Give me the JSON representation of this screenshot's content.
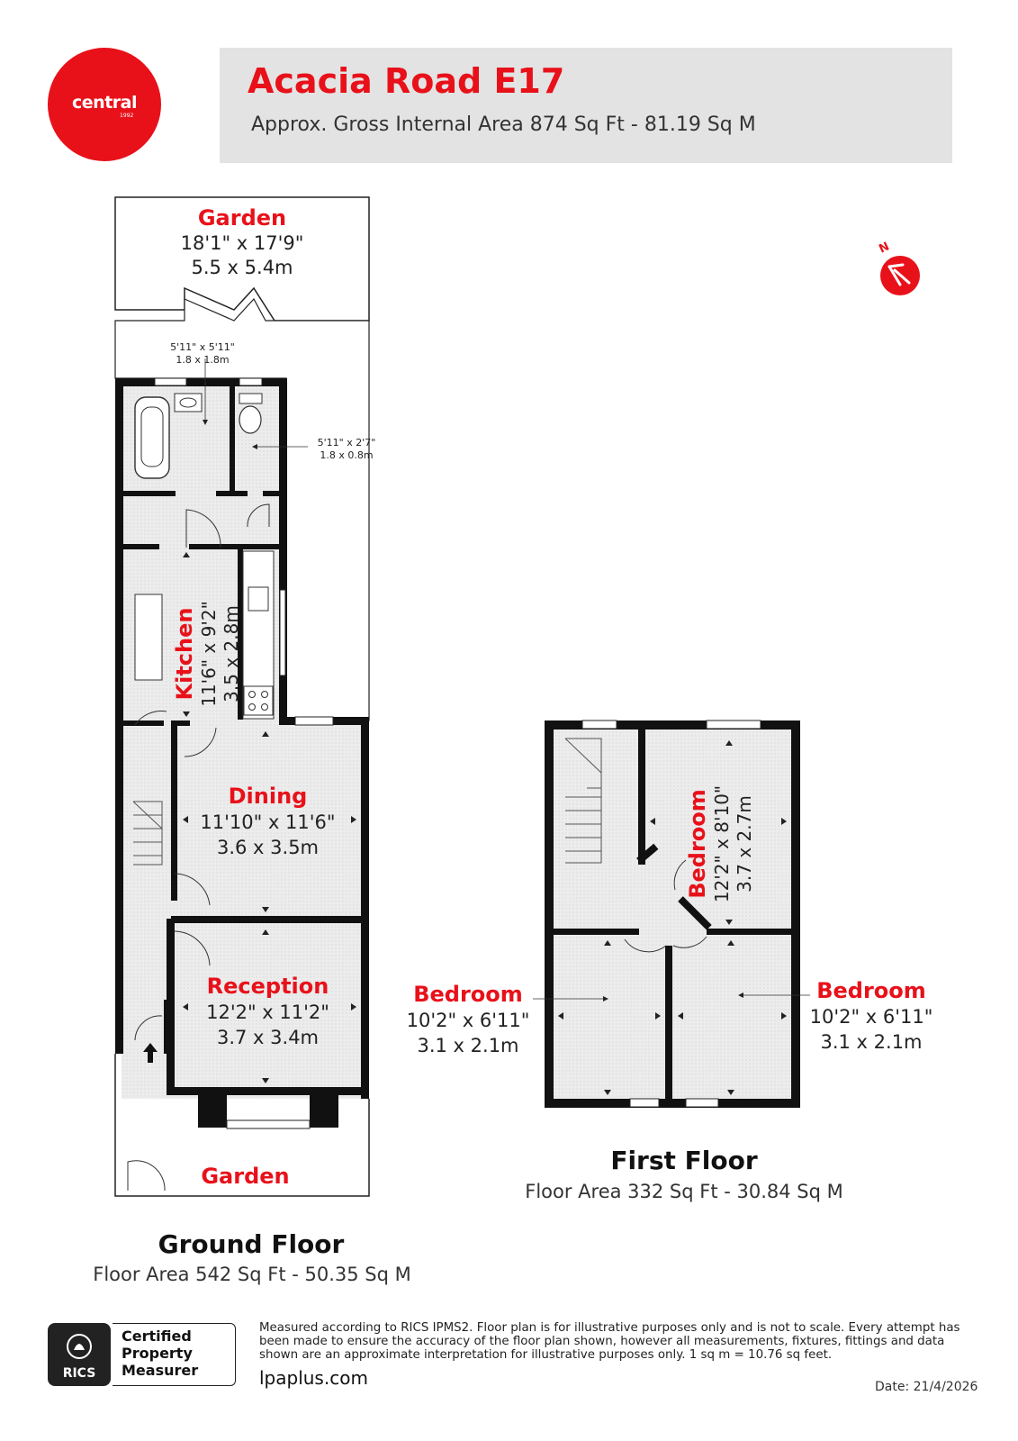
{
  "brand": {
    "logo_text": "central",
    "logo_year": "1992",
    "red": "#e8111a"
  },
  "header": {
    "title": "Acacia Road E17",
    "subtitle": "Approx. Gross Internal Area 874 Sq Ft - 81.19 Sq M"
  },
  "ground_floor": {
    "title": "Ground Floor",
    "area": "Floor Area 542 Sq Ft - 50.35 Sq M",
    "rooms": {
      "garden_rear": {
        "name": "Garden",
        "imperial": "18'1\" x 17'9\"",
        "metric": "5.5 x 5.4m"
      },
      "bathroom": {
        "imperial": "5'11\" x 5'11\"",
        "metric": "1.8 x 1.8m"
      },
      "wc": {
        "imperial": "5'11\" x 2'7\"",
        "metric": "1.8 x 0.8m"
      },
      "kitchen": {
        "name": "Kitchen",
        "imperial": "11'6\" x 9'2\"",
        "metric": "3.5 x 2.8m"
      },
      "dining": {
        "name": "Dining",
        "imperial": "11'10\" x 11'6\"",
        "metric": "3.6 x 3.5m"
      },
      "reception": {
        "name": "Reception",
        "imperial": "12'2\" x 11'2\"",
        "metric": "3.7 x 3.4m"
      },
      "garden_front": {
        "name": "Garden"
      }
    }
  },
  "first_floor": {
    "title": "First Floor",
    "area": "Floor Area 332 Sq Ft - 30.84 Sq M",
    "rooms": {
      "bedroom_rear": {
        "name": "Bedroom",
        "imperial": "12'2\" x 8'10\"",
        "metric": "3.7 x 2.7m"
      },
      "bedroom_left": {
        "name": "Bedroom",
        "imperial": "10'2\" x 6'11\"",
        "metric": "3.1 x 2.1m"
      },
      "bedroom_right": {
        "name": "Bedroom",
        "imperial": "10'2\" x 6'11\"",
        "metric": "3.1 x 2.1m"
      }
    }
  },
  "compass": {
    "label": "N"
  },
  "footer": {
    "rics": "RICS",
    "certified": [
      "Certified",
      "Property",
      "Measurer"
    ],
    "disclaimer": "Measured according to RICS IPMS2. Floor plan is for illustrative purposes only and is not to scale. Every attempt has been made to ensure the accuracy of the floor plan shown, however all measurements, fixtures, fittings and data shown are an approximate interpretation for illustrative purposes only. 1 sq m = 10.76 sq feet.",
    "website": "lpaplus.com",
    "date": "Date: 21/4/2026"
  }
}
